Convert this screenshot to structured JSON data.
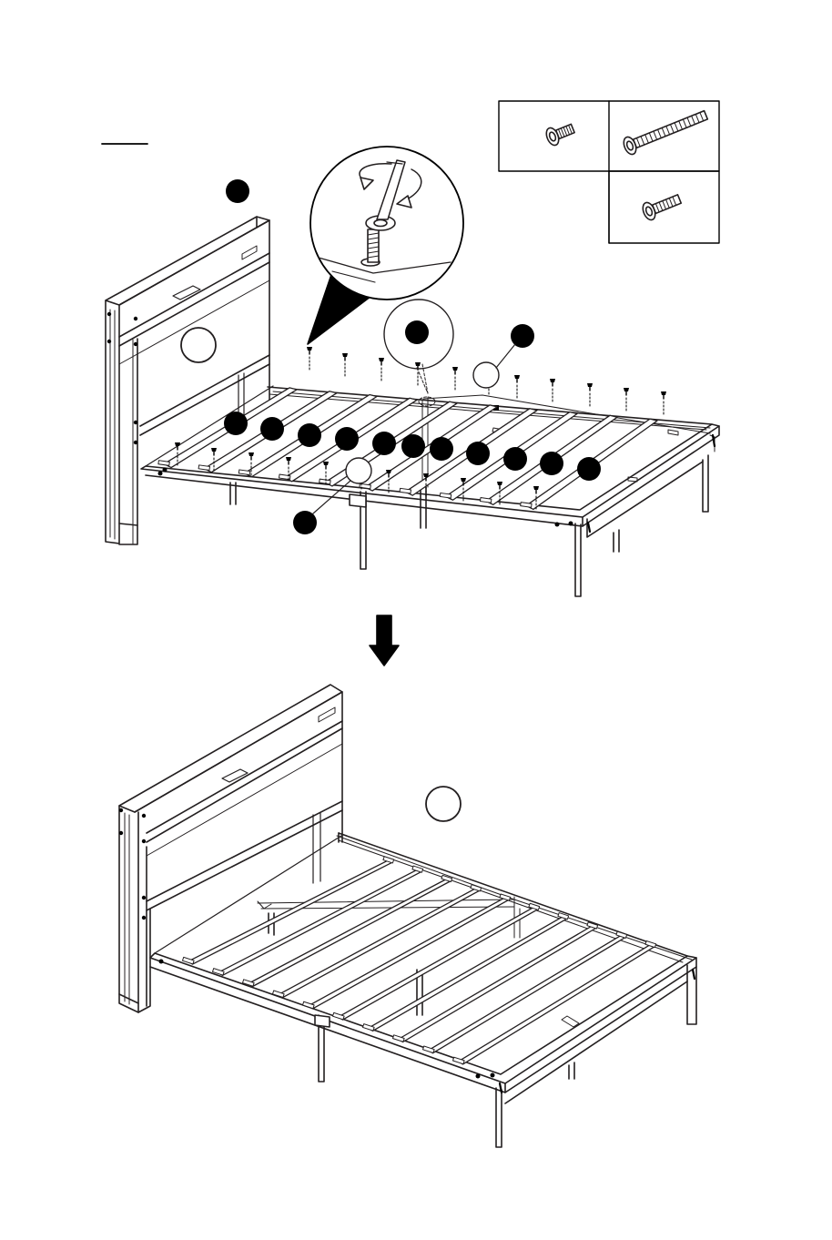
{
  "diagram": {
    "type": "assembly-instruction",
    "colors": {
      "ink": "#231f20",
      "paper": "#ffffff",
      "marker": "#000000"
    },
    "icons": {
      "small_bolt": "short-hex-bolt-icon",
      "long_bolt": "long-hex-bolt-icon",
      "medium_bolt": "medium-hex-bolt-icon",
      "turn_arrows": "rotate-clockwise-icon",
      "down_arrow": "arrow-down-icon"
    },
    "hardware_table": {
      "rows": 2,
      "cols": 2,
      "filled_cells": 3
    },
    "step_top": {
      "slat_count": 10,
      "slat_bolts_per_slat": 2,
      "front_callouts": 11
    },
    "step_bottom": {
      "slat_count": 10
    }
  }
}
